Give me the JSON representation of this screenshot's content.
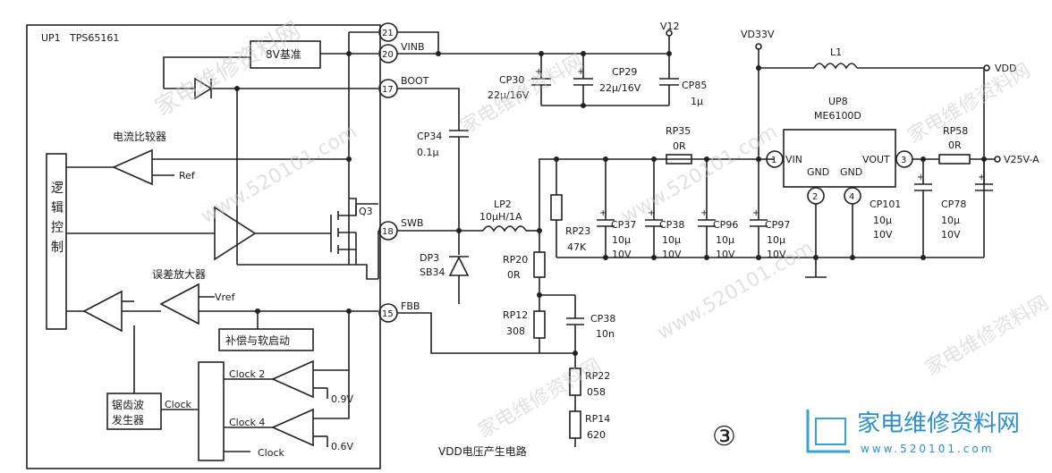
{
  "chip": {
    "ref": "UP1",
    "part": "TPS65161"
  },
  "blocks": {
    "vref8": "8V基准",
    "logic": "逻辑控制",
    "current_cmp": "电流比较器",
    "err_amp": "误差放大器",
    "comp_soft": "补偿与软启动",
    "sawtooth": "锯齿波发生器"
  },
  "pins": [
    {
      "num": "21",
      "name": ""
    },
    {
      "num": "20",
      "name": "VINB"
    },
    {
      "num": "17",
      "name": "BOOT"
    },
    {
      "num": "18",
      "name": "SWB"
    },
    {
      "num": "15",
      "name": "FBB"
    }
  ],
  "signals": {
    "ref": "Ref",
    "vref": "Vref",
    "q3": "Q3",
    "clock": "Clock",
    "clock2": "Clock 2",
    "clock4": "Clock 4",
    "clock_bar": "Clock",
    "v09": "0.9V",
    "v06": "0.6V"
  },
  "components": [
    {
      "ref": "CP30",
      "value": "22μ/16V"
    },
    {
      "ref": "CP29",
      "value": "22μ/16V"
    },
    {
      "ref": "CP85",
      "value": "1μ"
    },
    {
      "ref": "CP34",
      "value": "0.1μ"
    },
    {
      "ref": "LP2",
      "value": "10μH/1A"
    },
    {
      "ref": "DP3",
      "value": "SB34"
    },
    {
      "ref": "RP23",
      "value": "47K"
    },
    {
      "ref": "RP20",
      "value": "0R"
    },
    {
      "ref": "RP12",
      "value": "308"
    },
    {
      "ref": "CP38",
      "value": "10n"
    },
    {
      "ref": "RP22",
      "value": "058"
    },
    {
      "ref": "RP14",
      "value": "620"
    },
    {
      "ref": "RP35",
      "value": "0R"
    },
    {
      "ref": "CP37",
      "value": "10μ\n10V"
    },
    {
      "ref": "CP38",
      "value": "10μ\n10V"
    },
    {
      "ref": "CP96",
      "value": "10μ\n10V"
    },
    {
      "ref": "CP97",
      "value": "10μ\n10V"
    },
    {
      "ref": "L1",
      "value": ""
    },
    {
      "ref": "RP58",
      "value": "0R"
    },
    {
      "ref": "CP101",
      "value": "10μ\n10V"
    },
    {
      "ref": "CP78",
      "value": "10μ\n10V"
    }
  ],
  "regulator": {
    "ref": "UP8",
    "part": "ME6100D",
    "vin": "VIN",
    "vout": "VOUT",
    "gnd": "GND",
    "pin_vin": "1",
    "pin_vout": "3",
    "pin_gnd1": "2",
    "pin_gnd2": "4"
  },
  "rails": {
    "v12": "V12",
    "vd33v": "VD33V",
    "vdd": "VDD",
    "v25": "V25V-A"
  },
  "caption": "VDD电压产生电路",
  "figure_num": "③",
  "watermark": {
    "site": "家电维修资料网",
    "url": "www.520101.com",
    "logo_cn": "家电维修资料网",
    "logo_url": "www.520101.com"
  }
}
